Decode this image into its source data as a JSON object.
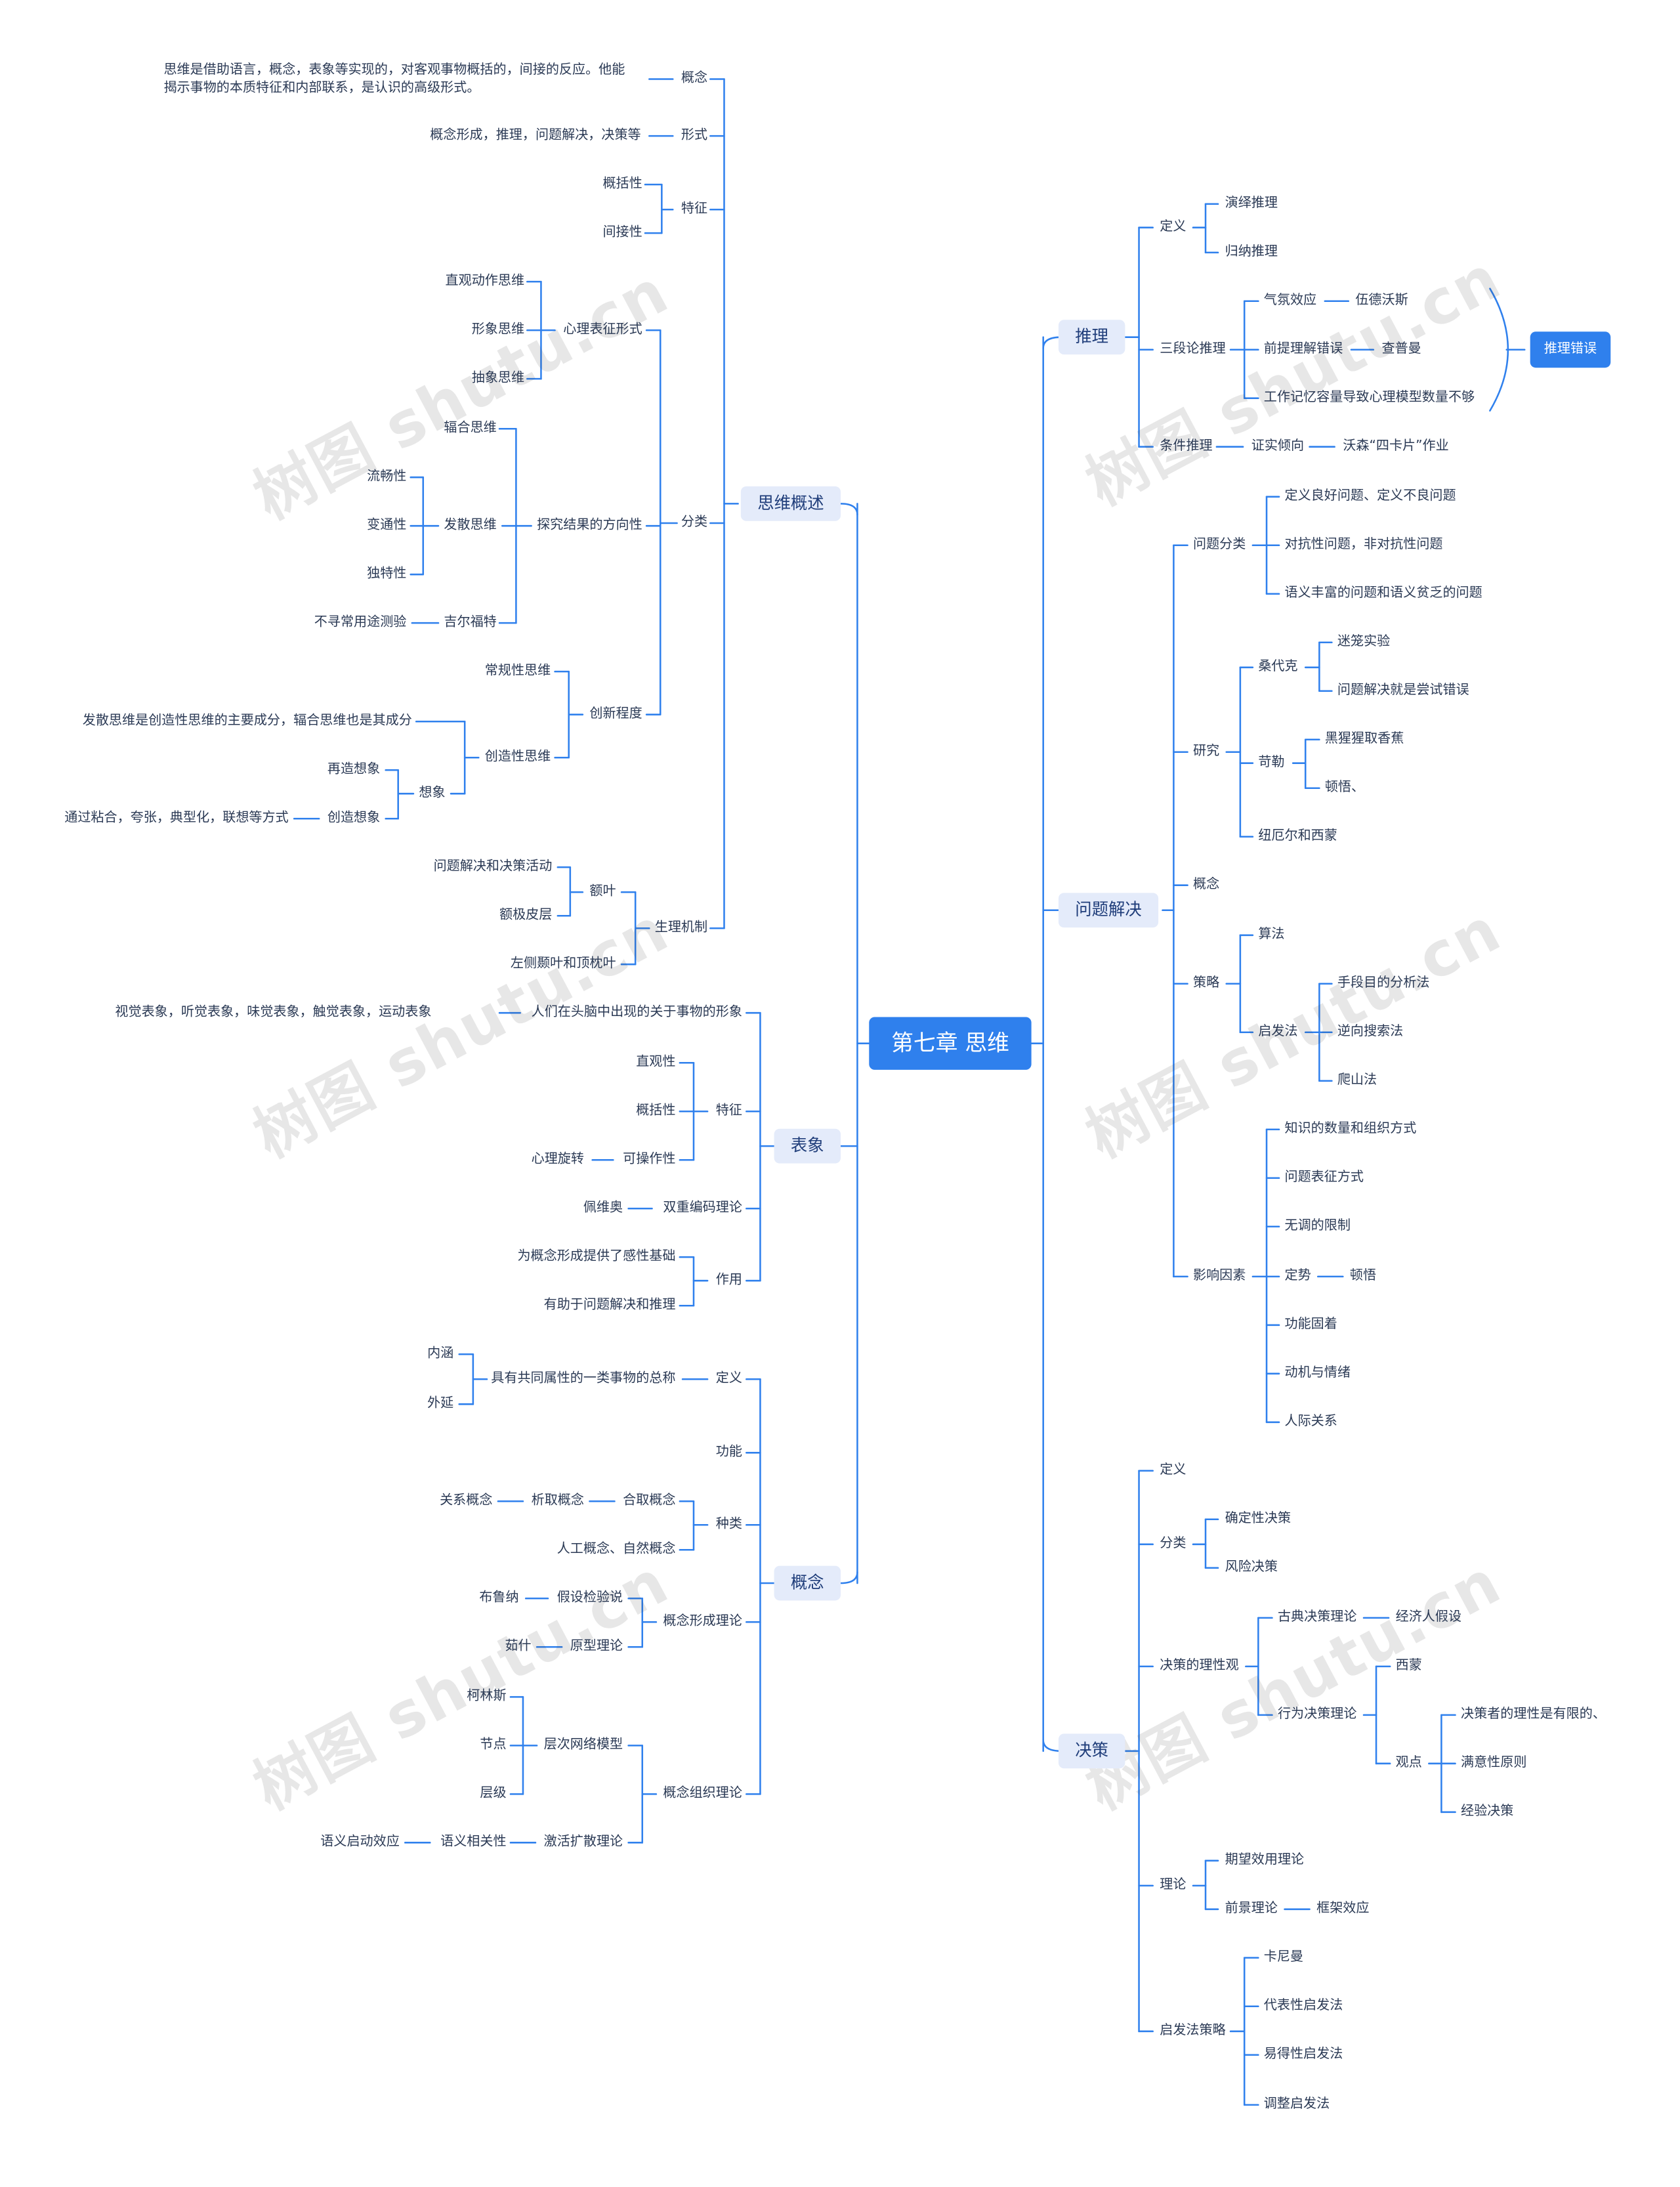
{
  "central": "第七章 思维",
  "watermark": "树图 shutu.cn",
  "summary_tag": "推理错误",
  "left": {
    "b1": {
      "label": "思维概述",
      "concept": "概念",
      "concept_desc": "思维是借助语言，概念，表象等实现的，对客观事物概括的，间接的反应。他能揭示事物的本质特征和内部联系，是认识的高级形式。",
      "form": "形式",
      "form_desc": "概念形成，推理，问题解决，决策等",
      "feature": "特征",
      "feature_items": [
        "概括性",
        "间接性"
      ],
      "classify": "分类",
      "psych": "心理表征形式",
      "psych_items": [
        "直观动作思维",
        "形象思维",
        "抽象思维"
      ],
      "direction": "探究结果的方向性",
      "convergent": "辐合思维",
      "divergent": "发散思维",
      "divergent_items": [
        "流畅性",
        "变通性",
        "独特性"
      ],
      "guilford": "吉尔福特",
      "guilford_test": "不寻常用途测验",
      "creativity": "创新程度",
      "routine": "常规性思维",
      "creative": "创造性思维",
      "creative_desc": "发散思维是创造性思维的主要成分，辐合思维也是其成分",
      "imagine": "想象",
      "reproductive": "再造想象",
      "creative_imagine": "创造想象",
      "creative_imagine_desc": "通过粘合，夸张，典型化，联想等方式",
      "physio": "生理机制",
      "frontal": "额叶",
      "frontal_desc": "问题解决和决策活动",
      "prefrontal": "额极皮层",
      "temporal": "左侧颞叶和顶枕叶"
    },
    "b2": {
      "label": "表象",
      "def": "人们在头脑中出现的关于事物的形象",
      "def_desc": "视觉表象，听觉表象，味觉表象，触觉表象，运动表象",
      "feature": "特征",
      "feature_items": [
        "直观性",
        "概括性",
        "可操作性"
      ],
      "rotation": "心理旋转",
      "dual": "双重编码理论",
      "paivio": "佩维奥",
      "role": "作用",
      "role_items": [
        "为概念形成提供了感性基础",
        "有助于问题解决和推理"
      ]
    },
    "b3": {
      "label": "概念",
      "def": "定义",
      "def_desc": "具有共同属性的一类事物的总称",
      "intension": "内涵",
      "extension": "外延",
      "function": "功能",
      "types": "种类",
      "conj": "合取概念",
      "disj": "析取概念",
      "relational": "关系概念",
      "artificial": "人工概念、自然概念",
      "formation": "概念形成理论",
      "hypothesis": "假设检验说",
      "bruner": "布鲁纳",
      "prototype": "原型理论",
      "rosch": "茹什",
      "organization": "概念组织理论",
      "hierarchical": "层次网络模型",
      "hier_items": [
        "柯林斯",
        "节点",
        "层级"
      ],
      "spreading": "激活扩散理论",
      "semantic": "语义相关性",
      "priming": "语义启动效应"
    }
  },
  "right": {
    "b4": {
      "label": "推理",
      "def": "定义",
      "def_items": [
        "演绎推理",
        "归纳推理"
      ],
      "syllogism": "三段论推理",
      "atmosphere": "气氛效应",
      "woodworth": "伍德沃斯",
      "premise": "前提理解错误",
      "chapman": "查普曼",
      "memory": "工作记忆容量导致心理模型数量不够",
      "conditional": "条件推理",
      "confirm": "证实倾向",
      "wason": "沃森“四卡片”作业"
    },
    "b5": {
      "label": "问题解决",
      "classify": "问题分类",
      "classify_items": [
        "定义良好问题、定义不良问题",
        "对抗性问题，非对抗性问题",
        "语义丰富的问题和语义贫乏的问题"
      ],
      "research": "研究",
      "thorndike": "桑代克",
      "thorndike_items": [
        "迷笼实验",
        "问题解决就是尝试错误"
      ],
      "kohler": "苛勒",
      "kohler_items": [
        "黑猩猩取香蕉",
        "顿悟、"
      ],
      "newell": "纽厄尔和西蒙",
      "concept": "概念",
      "strategy": "策略",
      "algorithm": "算法",
      "heuristic": "启发法",
      "heuristic_items": [
        "手段目的分析法",
        "逆向搜索法",
        "爬山法"
      ],
      "factors": "影响因素",
      "factor_items": [
        "知识的数量和组织方式",
        "问题表征方式",
        "无调的限制",
        "定势",
        "功能固着",
        "动机与情绪",
        "人际关系"
      ],
      "set_insight": "顿悟"
    },
    "b6": {
      "label": "决策",
      "def": "定义",
      "classify": "分类",
      "classify_items": [
        "确定性决策",
        "风险决策"
      ],
      "rational": "决策的理性观",
      "classical": "古典决策理论",
      "economic": "经济人假设",
      "behavioral": "行为决策理论",
      "simon": "西蒙",
      "view": "观点",
      "view_items": [
        "决策者的理性是有限的、",
        "满意性原则",
        "经验决策"
      ],
      "theory": "理论",
      "expected": "期望效用理论",
      "prospect": "前景理论",
      "framing": "框架效应",
      "heuristics": "启发法策略",
      "heuristics_items": [
        "卡尼曼",
        "代表性启发法",
        "易得性启发法",
        "调整启发法"
      ]
    }
  }
}
